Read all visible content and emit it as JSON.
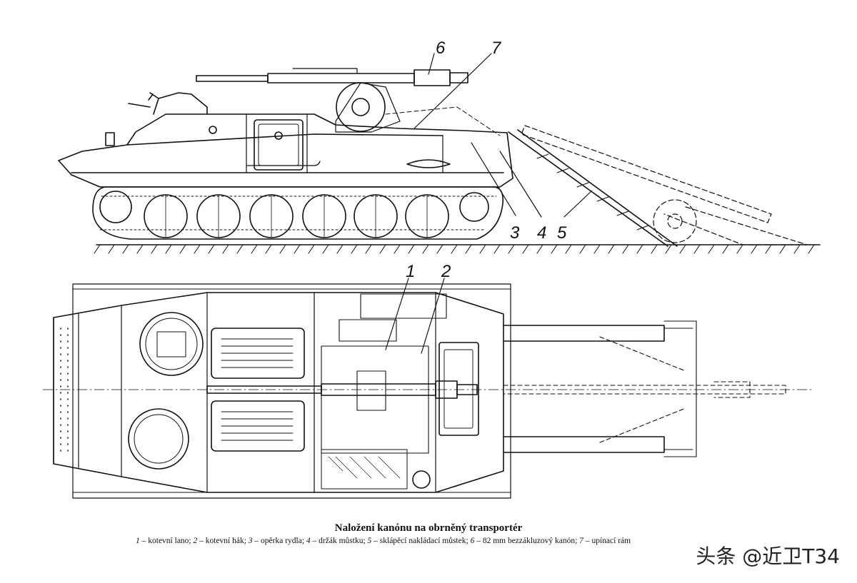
{
  "caption": {
    "title": "Naložení kanónu na obrněný transportér",
    "legend": [
      {
        "n": "1",
        "text": " – kotevní lano; "
      },
      {
        "n": "2",
        "text": " – kotevní hák; "
      },
      {
        "n": "3",
        "text": " – opěrka rydla; "
      },
      {
        "n": "4",
        "text": " – držák můstku; "
      },
      {
        "n": "5",
        "text": " – sklápěcí nakládací můstek; "
      },
      {
        "n": "6",
        "text": " – 82 mm bezzákluzový kanón; "
      },
      {
        "n": "7",
        "text": " – upínací rám"
      }
    ]
  },
  "callouts": {
    "c1": "1",
    "c2": "2",
    "c3": "3",
    "c4": "4",
    "c5": "5",
    "c6": "6",
    "c7": "7"
  },
  "watermark": "头条 @近卫T34"
}
